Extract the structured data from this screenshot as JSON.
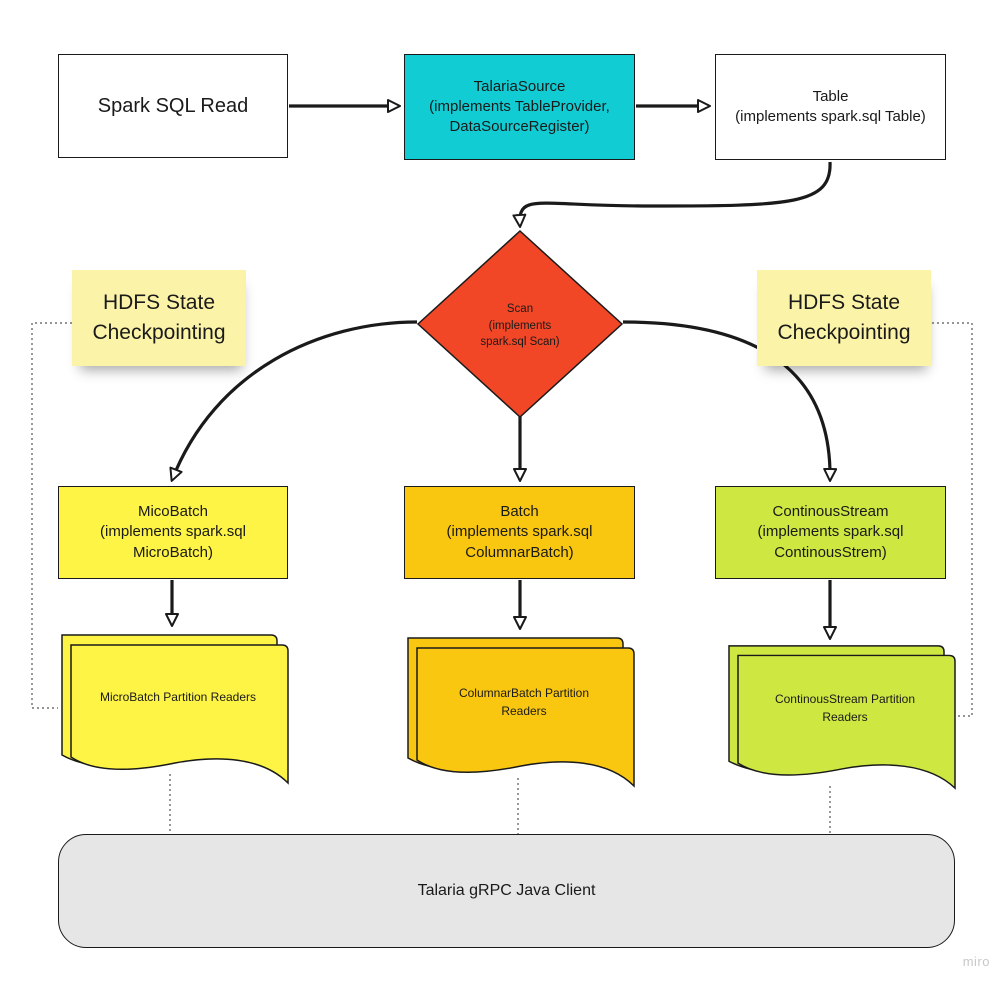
{
  "nodes": {
    "spark_sql_read": {
      "lines": [
        "Spark SQL Read"
      ],
      "color": "#ffffff"
    },
    "talaria_source": {
      "lines": [
        "TalariaSource",
        "(implements TableProvider,",
        "DataSourceRegister)"
      ],
      "color": "#12ccd4"
    },
    "table": {
      "lines": [
        "Table",
        "(implements spark.sql Table)"
      ],
      "color": "#ffffff"
    },
    "scan": {
      "lines": [
        "Scan",
        "(implements",
        "spark.sql Scan)"
      ],
      "color": "#f24726"
    },
    "micro_batch": {
      "lines": [
        "MicoBatch",
        "(implements spark.sql",
        "MicroBatch)"
      ],
      "color": "#fef445"
    },
    "batch": {
      "lines": [
        "Batch",
        "(implements spark.sql",
        "ColumnarBatch)"
      ],
      "color": "#fac710"
    },
    "continous_stream": {
      "lines": [
        "ContinousStream",
        "(implements spark.sql",
        "ContinousStrem)"
      ],
      "color": "#cee741"
    },
    "micro_batch_readers": {
      "lines": [
        "MicroBatch Partition Readers"
      ],
      "color": "#fef445"
    },
    "columnar_batch_readers": {
      "lines": [
        "ColumnarBatch Partition",
        "Readers"
      ],
      "color": "#fac710"
    },
    "continous_stream_readers": {
      "lines": [
        "ContinousStream Partition",
        "Readers"
      ],
      "color": "#cee741"
    },
    "grpc_client": {
      "label": "Talaria gRPC Java Client",
      "color": "#e6e6e6"
    }
  },
  "notes": {
    "left": {
      "lines": [
        "HDFS State",
        "Checkpointing"
      ]
    },
    "right": {
      "lines": [
        "HDFS State",
        "Checkpointing"
      ]
    }
  },
  "edges": [
    {
      "from": "spark_sql_read",
      "to": "talaria_source",
      "style": "solid-arrow"
    },
    {
      "from": "talaria_source",
      "to": "table",
      "style": "solid-arrow"
    },
    {
      "from": "table",
      "to": "scan",
      "style": "solid-arrow"
    },
    {
      "from": "scan",
      "to": "micro_batch",
      "style": "solid-arrow"
    },
    {
      "from": "scan",
      "to": "batch",
      "style": "solid-arrow"
    },
    {
      "from": "scan",
      "to": "continous_stream",
      "style": "solid-arrow"
    },
    {
      "from": "micro_batch",
      "to": "micro_batch_readers",
      "style": "solid-arrow"
    },
    {
      "from": "batch",
      "to": "columnar_batch_readers",
      "style": "solid-arrow"
    },
    {
      "from": "continous_stream",
      "to": "continous_stream_readers",
      "style": "solid-arrow"
    },
    {
      "from": "micro_batch_readers",
      "to": "grpc_client",
      "style": "dotted"
    },
    {
      "from": "columnar_batch_readers",
      "to": "grpc_client",
      "style": "dotted"
    },
    {
      "from": "continous_stream_readers",
      "to": "grpc_client",
      "style": "dotted"
    },
    {
      "from": "notes.left",
      "to": "micro_batch_readers",
      "style": "dotted"
    },
    {
      "from": "notes.right",
      "to": "continous_stream_readers",
      "style": "dotted"
    }
  ],
  "watermark": "miro",
  "colors": {
    "stroke": "#1a1a1a",
    "note": "#fbf4a8",
    "dotted": "#555555"
  }
}
